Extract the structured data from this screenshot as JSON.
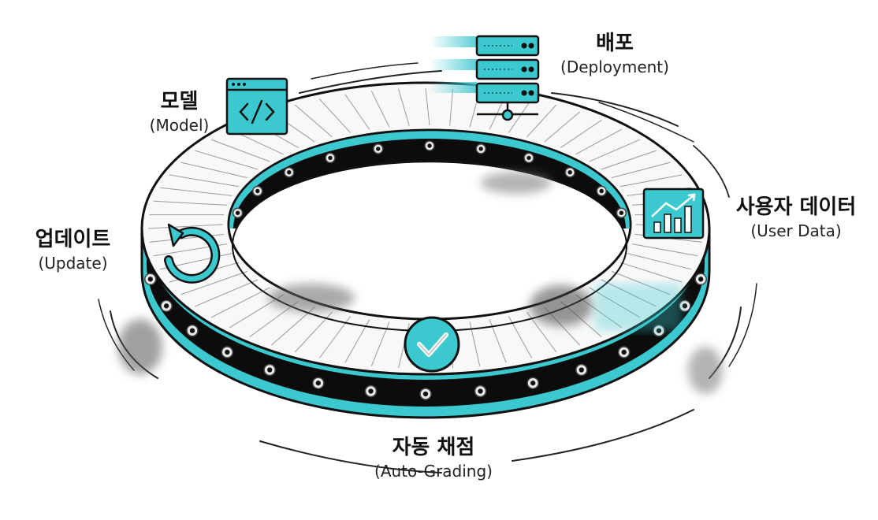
{
  "nodes": {
    "deployment": {
      "ko": "배포",
      "en": "(Deployment)"
    },
    "model": {
      "ko": "모델",
      "en": "(Model)"
    },
    "user_data": {
      "ko": "사용자 데이터",
      "en": "(User Data)"
    },
    "update": {
      "ko": "업데이트",
      "en": "(Update)"
    },
    "auto_grading": {
      "ko": "자동 채점",
      "en": "(Auto-Grading)"
    }
  },
  "icons": {
    "deployment": "server-rack-icon",
    "model": "code-window-icon",
    "user_data": "bar-chart-trend-icon",
    "update": "refresh-arrow-icon",
    "auto_grading": "checkmark-badge-icon"
  },
  "colors": {
    "accent": "#3cc8cf",
    "accent_dark": "#1c8f96",
    "ink": "#111111",
    "belt": "#0c0c0c"
  }
}
